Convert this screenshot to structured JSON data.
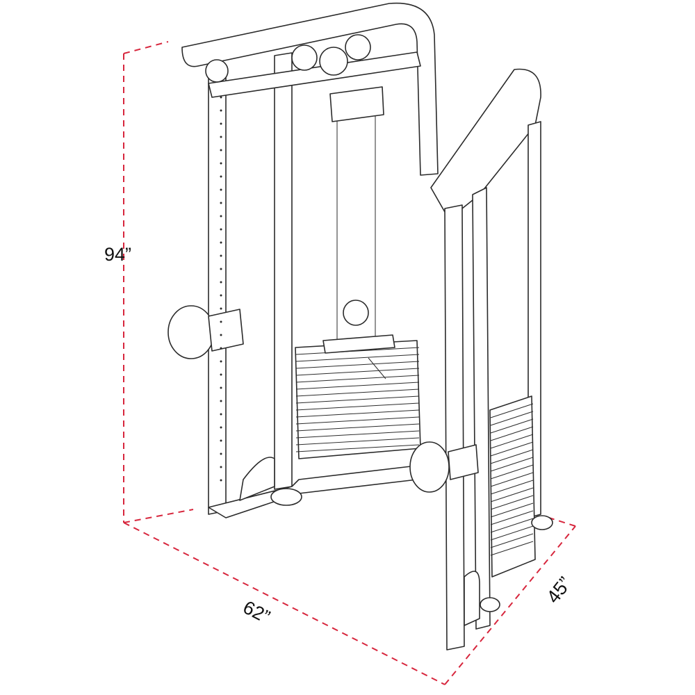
{
  "dimensions": {
    "height": "94”",
    "width": "62”",
    "depth": "45”"
  },
  "colors": {
    "dimension_line": "#d7263d",
    "drawing_line": "#2a2a2a"
  }
}
